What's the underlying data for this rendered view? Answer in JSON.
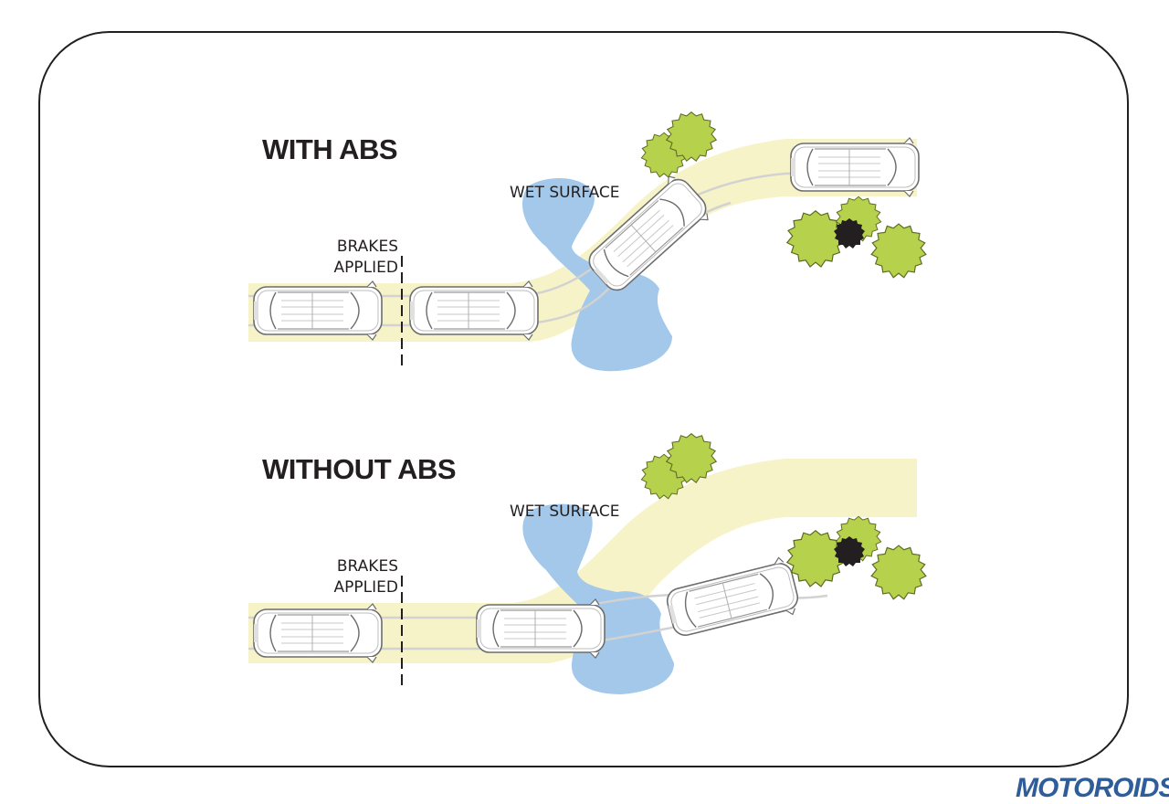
{
  "colors": {
    "road": "#f7f3c8",
    "water": "#a3c8ea",
    "tree": "#b6d14c",
    "tree_dark": "#231f20",
    "frame": "#231f20",
    "brand": "#2e5d9a"
  },
  "top": {
    "title": "WITH ABS",
    "wet_surface": "WET SURFACE",
    "brakes_line1": "BRAKES",
    "brakes_line2": "APPLIED"
  },
  "bottom": {
    "title": "WITHOUT ABS",
    "wet_surface": "WET SURFACE",
    "brakes_line1": "BRAKES",
    "brakes_line2": "APPLIED"
  },
  "watermark": "MOTOROIDS",
  "icons": [
    "car-icon",
    "tree-icon",
    "water-puddle-icon"
  ]
}
